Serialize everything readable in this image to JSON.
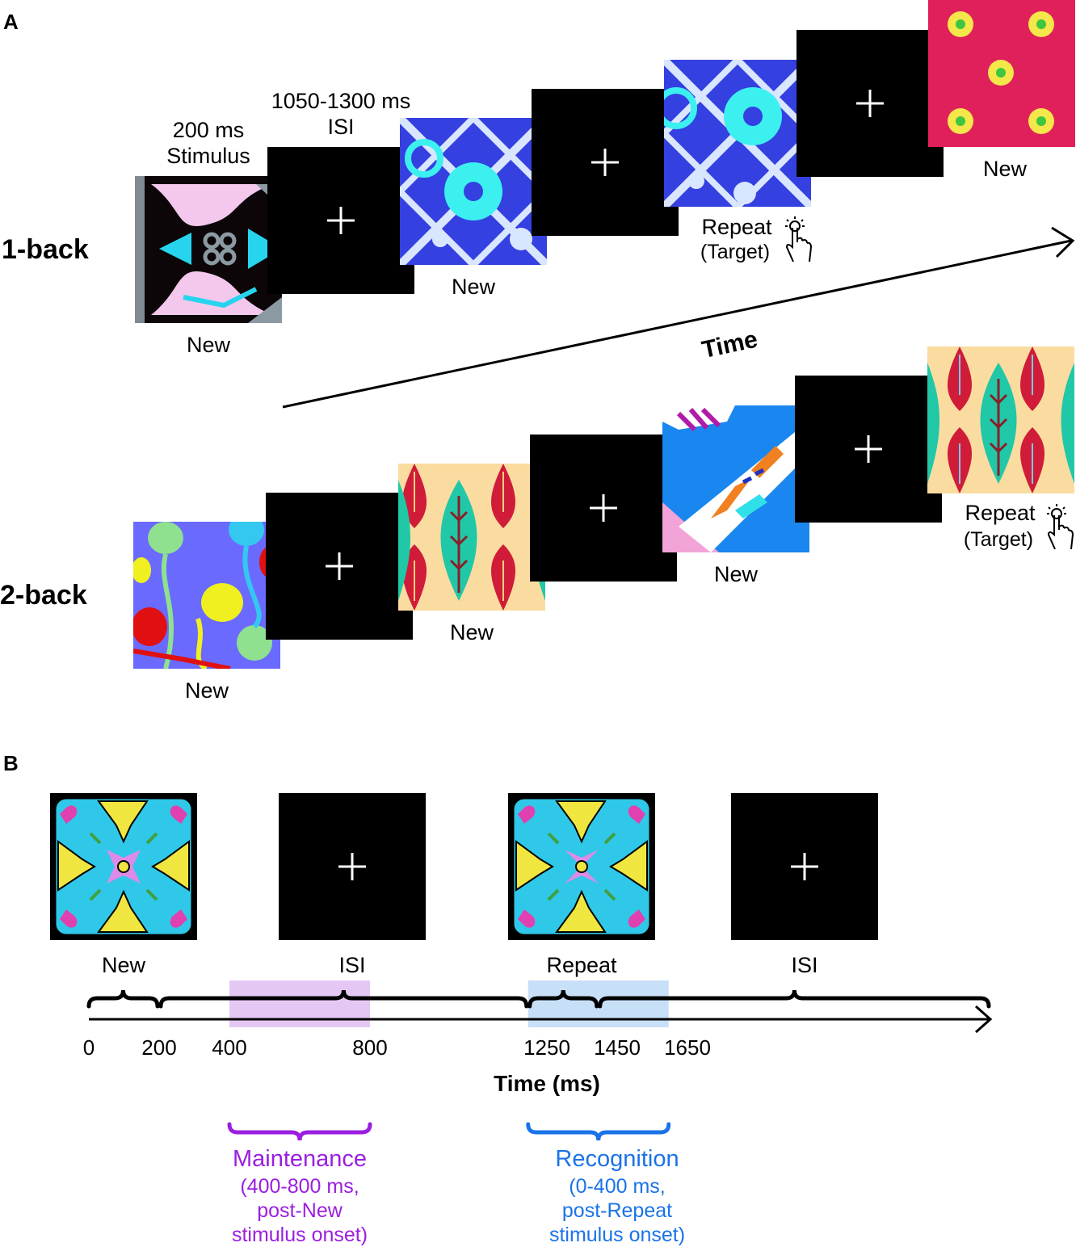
{
  "panel_a": {
    "label": "A",
    "one_back_label": "1-back",
    "two_back_label": "2-back",
    "stimulus_duration": "200 ms",
    "stimulus_word": "Stimulus",
    "isi_duration": "1050-1300 ms",
    "isi_word": "ISI",
    "time_label": "Time",
    "new_label": "New",
    "repeat_label": "Repeat",
    "target_label": "(Target)"
  },
  "panel_b": {
    "label": "B",
    "event_labels": [
      "New",
      "ISI",
      "Repeat",
      "ISI"
    ],
    "ticks": [
      "0",
      "200",
      "400",
      "800",
      "1250",
      "1450",
      "1650"
    ],
    "tick_values": [
      0,
      200,
      400,
      800,
      1250,
      1450,
      1650
    ],
    "axis_title": "Time (ms)",
    "windows": [
      {
        "title": "Maintenance",
        "line1": "(400-800 ms,",
        "line2": "post-New",
        "line3": "stimulus onset)",
        "start": 400,
        "end": 800,
        "color": "#9b1ee0",
        "fill": "#dcb4f0"
      },
      {
        "title": "Recognition",
        "line1": "(0-400 ms,",
        "line2": "post-Repeat",
        "line3": "stimulus onset)",
        "start": 1250,
        "end": 1650,
        "color": "#1a73e8",
        "fill": "#b6d4f5"
      }
    ]
  },
  "colors": {
    "purple": "#9b1ee0",
    "blue": "#1a73e8",
    "black": "#000000"
  }
}
